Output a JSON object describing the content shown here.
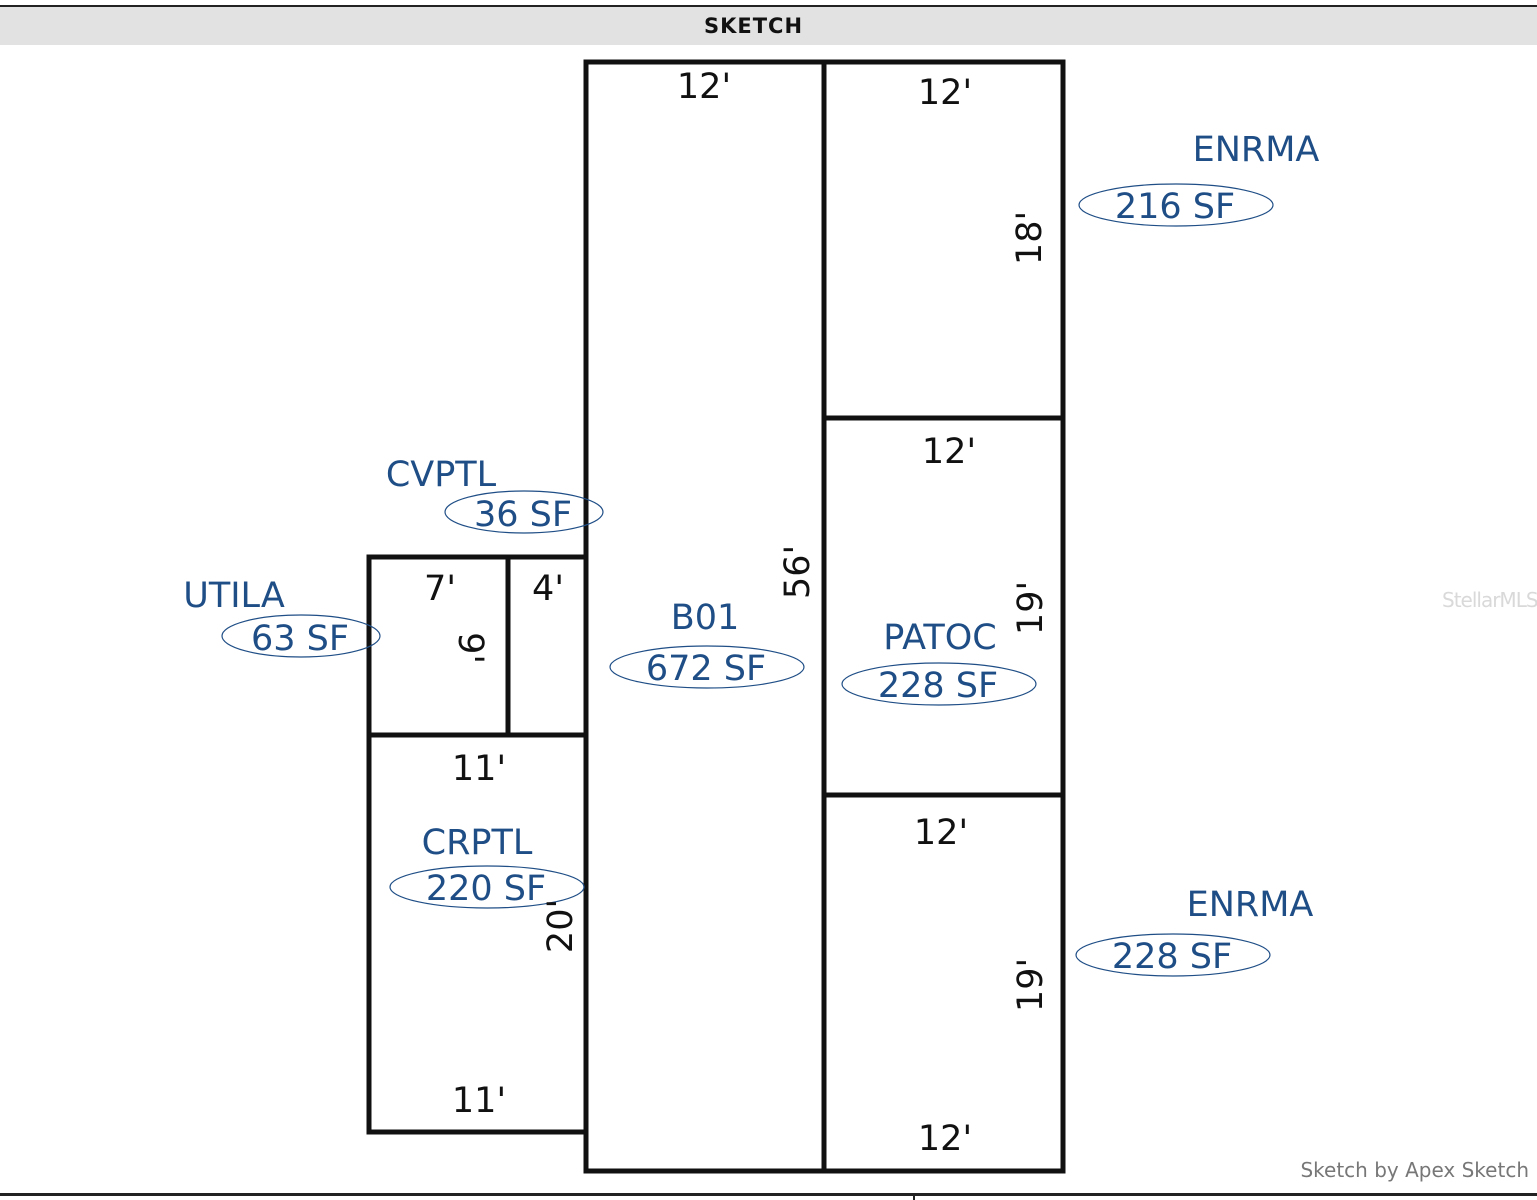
{
  "header": {
    "title": "SKETCH"
  },
  "credit": "Sketch by Apex Sketch",
  "watermark": "StellarMLS",
  "colors": {
    "area_label": "#1f4e86",
    "dimension": "#111111",
    "wall": "#111111"
  },
  "areas": {
    "b01": {
      "code": "B01",
      "area": "672 SF"
    },
    "enrma_top": {
      "code": "ENRMA",
      "area": "216 SF"
    },
    "patoc": {
      "code": "PATOC",
      "area": "228 SF"
    },
    "enrma_bottom": {
      "code": "ENRMA",
      "area": "228 SF"
    },
    "cvptl": {
      "code": "CVPTL",
      "area": "36 SF"
    },
    "utila": {
      "code": "UTILA",
      "area": "63 SF"
    },
    "crptl": {
      "code": "CRPTL",
      "area": "220 SF"
    }
  },
  "dimensions": {
    "b01_top": "12'",
    "b01_side": "56'",
    "enrma_top_top": "12'",
    "enrma_top_side": "18'",
    "patoc_top": "12'",
    "patoc_side": "19'",
    "enrma_bottom_top": "12'",
    "enrma_bottom_side": "19'",
    "enrma_bottom_bottom": "12'",
    "utila_top": "7'",
    "utila_side": "9'",
    "cvptl_top": "4'",
    "crptl_top": "11'",
    "crptl_side": "20'",
    "crptl_bottom": "11'"
  }
}
